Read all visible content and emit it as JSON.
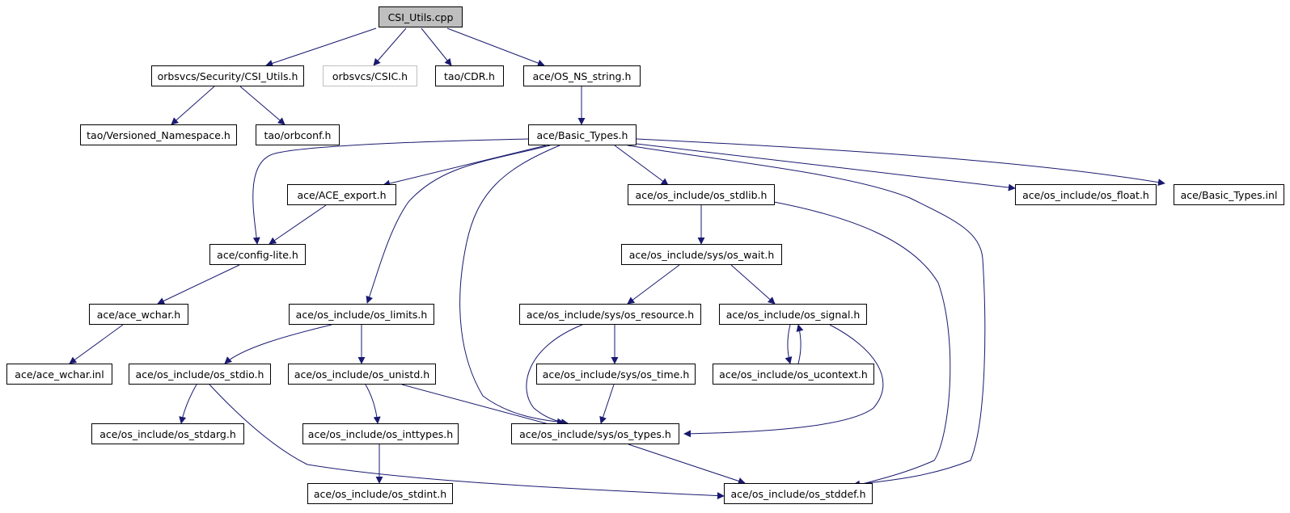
{
  "colors": {
    "edge": "#191970",
    "root_fill": "#bfbfbf",
    "missing_border": "#bfbfbf"
  },
  "nodes": {
    "csi_utils_cpp": "CSI_Utils.cpp",
    "security_csi_utils_h": "orbsvcs/Security/CSI_Utils.h",
    "orbsvcs_csic_h": "orbsvcs/CSIC.h",
    "tao_cdr_h": "tao/CDR.h",
    "ace_os_ns_string_h": "ace/OS_NS_string.h",
    "tao_versioned_namespace_h": "tao/Versioned_Namespace.h",
    "tao_orbconf_h": "tao/orbconf.h",
    "ace_basic_types_h": "ace/Basic_Types.h",
    "ace_ace_export_h": "ace/ACE_export.h",
    "ace_os_stdlib_h": "ace/os_include/os_stdlib.h",
    "ace_os_float_h": "ace/os_include/os_float.h",
    "ace_basic_types_inl": "ace/Basic_Types.inl",
    "ace_config_lite_h": "ace/config-lite.h",
    "ace_os_wait_h": "ace/os_include/sys/os_wait.h",
    "ace_ace_wchar_h": "ace/ace_wchar.h",
    "ace_os_limits_h": "ace/os_include/os_limits.h",
    "ace_os_resource_h": "ace/os_include/sys/os_resource.h",
    "ace_os_signal_h": "ace/os_include/os_signal.h",
    "ace_ace_wchar_inl": "ace/ace_wchar.inl",
    "ace_os_stdio_h": "ace/os_include/os_stdio.h",
    "ace_os_unistd_h": "ace/os_include/os_unistd.h",
    "ace_os_time_h": "ace/os_include/sys/os_time.h",
    "ace_os_ucontext_h": "ace/os_include/os_ucontext.h",
    "ace_os_stdarg_h": "ace/os_include/os_stdarg.h",
    "ace_os_inttypes_h": "ace/os_include/os_inttypes.h",
    "ace_os_types_h": "ace/os_include/sys/os_types.h",
    "ace_os_stdint_h": "ace/os_include/os_stdint.h",
    "ace_os_stddef_h": "ace/os_include/os_stddef.h"
  }
}
